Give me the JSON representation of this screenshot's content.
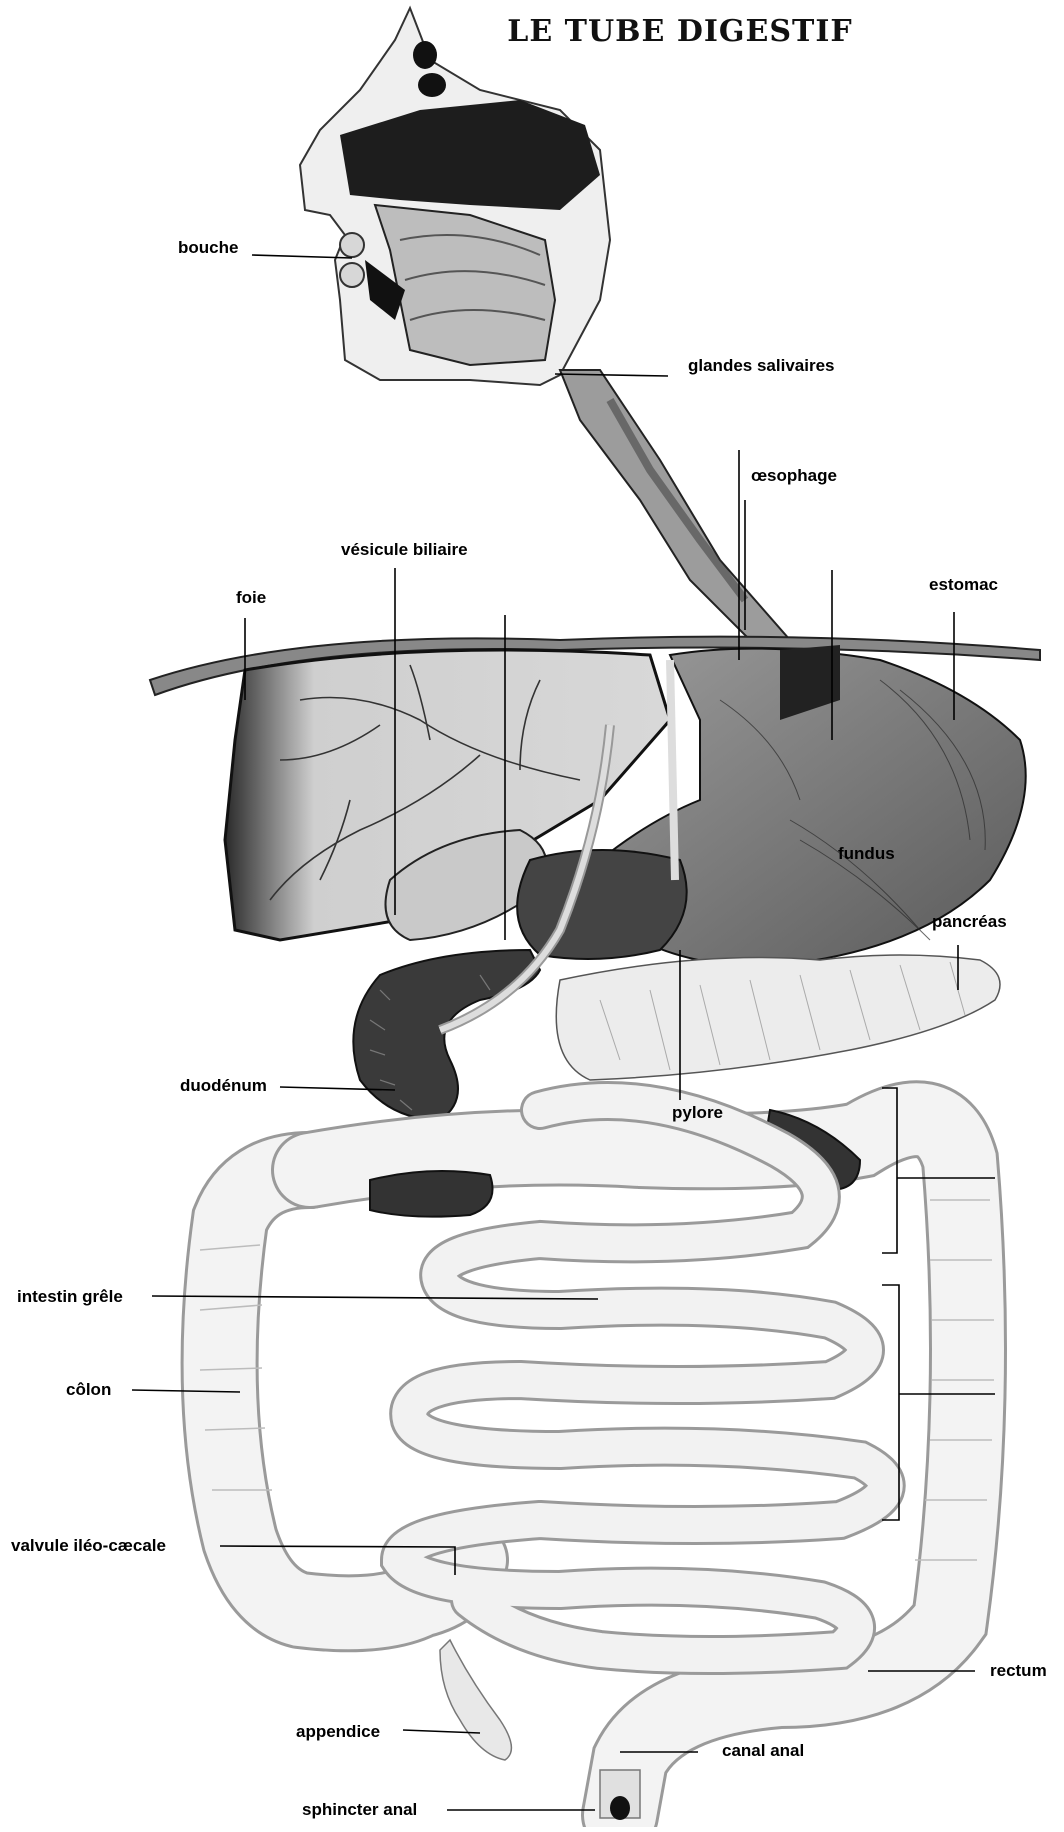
{
  "title": "LE TUBE DIGESTIF",
  "labels": {
    "bouche": "bouche",
    "glandes_salivaires": "glandes salivaires",
    "oesophage": "œsophage",
    "vesicule_biliaire": "vésicule biliaire",
    "foie": "foie",
    "estomac": "estomac",
    "fundus": "fundus",
    "pancreas": "pancréas",
    "duodenum": "duodénum",
    "pylore": "pylore",
    "intestin_grele": "intestin grêle",
    "colon": "côlon",
    "valvule": "valvule iléo-cæcale",
    "rectum": "rectum",
    "appendice": "appendice",
    "canal_anal": "canal anal",
    "sphincter_anal": "sphincter anal"
  }
}
